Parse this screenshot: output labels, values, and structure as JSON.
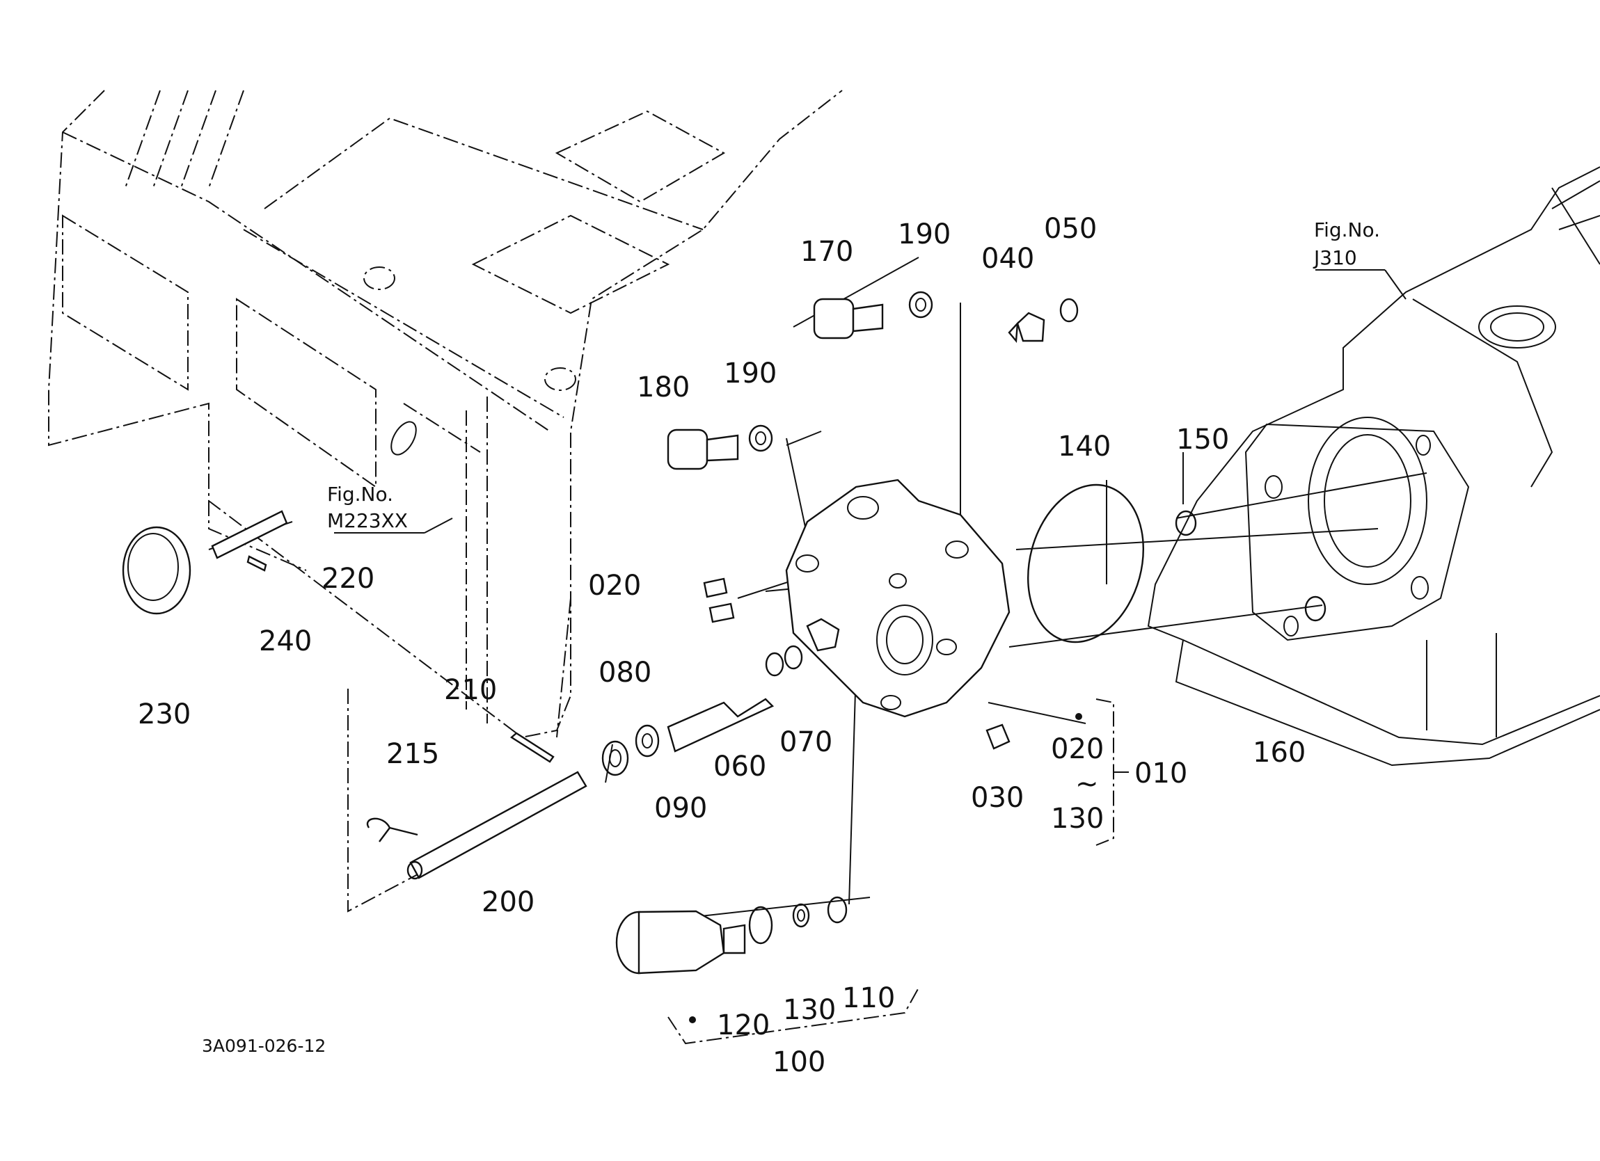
{
  "diagram_code": "3A091-026-12",
  "figure_refs": [
    {
      "id": "m223xx",
      "line1": "Fig.No.",
      "line2": "M223XX"
    },
    {
      "id": "j310",
      "line1": "Fig.No.",
      "line2": "J310"
    }
  ],
  "callouts": [
    {
      "id": "c170",
      "text": "170"
    },
    {
      "id": "c190a",
      "text": "190"
    },
    {
      "id": "c040",
      "text": "040"
    },
    {
      "id": "c050",
      "text": "050"
    },
    {
      "id": "c180",
      "text": "180"
    },
    {
      "id": "c190b",
      "text": "190"
    },
    {
      "id": "c140",
      "text": "140"
    },
    {
      "id": "c150",
      "text": "150"
    },
    {
      "id": "c020a",
      "text": "020"
    },
    {
      "id": "c080",
      "text": "080"
    },
    {
      "id": "c070",
      "text": "070"
    },
    {
      "id": "c060",
      "text": "060"
    },
    {
      "id": "c090",
      "text": "090"
    },
    {
      "id": "c030",
      "text": "030"
    },
    {
      "id": "c020b",
      "text": "020"
    },
    {
      "id": "c010",
      "text": "010"
    },
    {
      "id": "c130a",
      "text": "130"
    },
    {
      "id": "c160",
      "text": "160"
    },
    {
      "id": "c220",
      "text": "220"
    },
    {
      "id": "c240",
      "text": "240"
    },
    {
      "id": "c230",
      "text": "230"
    },
    {
      "id": "c210",
      "text": "210"
    },
    {
      "id": "c215",
      "text": "215"
    },
    {
      "id": "c200",
      "text": "200"
    },
    {
      "id": "c120",
      "text": "120"
    },
    {
      "id": "c130b",
      "text": "130"
    },
    {
      "id": "c110",
      "text": "110"
    },
    {
      "id": "c100",
      "text": "100"
    }
  ],
  "range_symbol": "~"
}
